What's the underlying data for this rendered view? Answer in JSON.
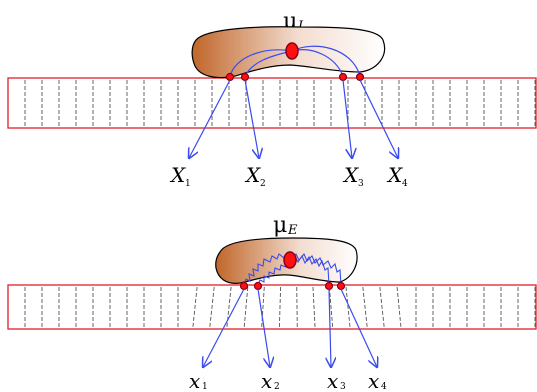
{
  "top": {
    "symbol": "μ",
    "subscript": "L",
    "labels": [
      {
        "main": "X",
        "sub": "1"
      },
      {
        "main": "X",
        "sub": "2"
      },
      {
        "main": "X",
        "sub": "3"
      },
      {
        "main": "X",
        "sub": "4"
      }
    ]
  },
  "bottom": {
    "symbol": "μ",
    "subscript": "E",
    "labels": [
      {
        "main": "x",
        "sub": "1"
      },
      {
        "main": "x",
        "sub": "2"
      },
      {
        "main": "x",
        "sub": "3"
      },
      {
        "main": "x",
        "sub": "4"
      }
    ]
  },
  "colors": {
    "bar_border": "#e0202a",
    "dashes": "#555555",
    "arrows": "#3a4bef",
    "node_fill": "#ff1010",
    "node_stroke": "#8a0010",
    "body_left": "#c0662a",
    "body_right": "#ffffff"
  }
}
